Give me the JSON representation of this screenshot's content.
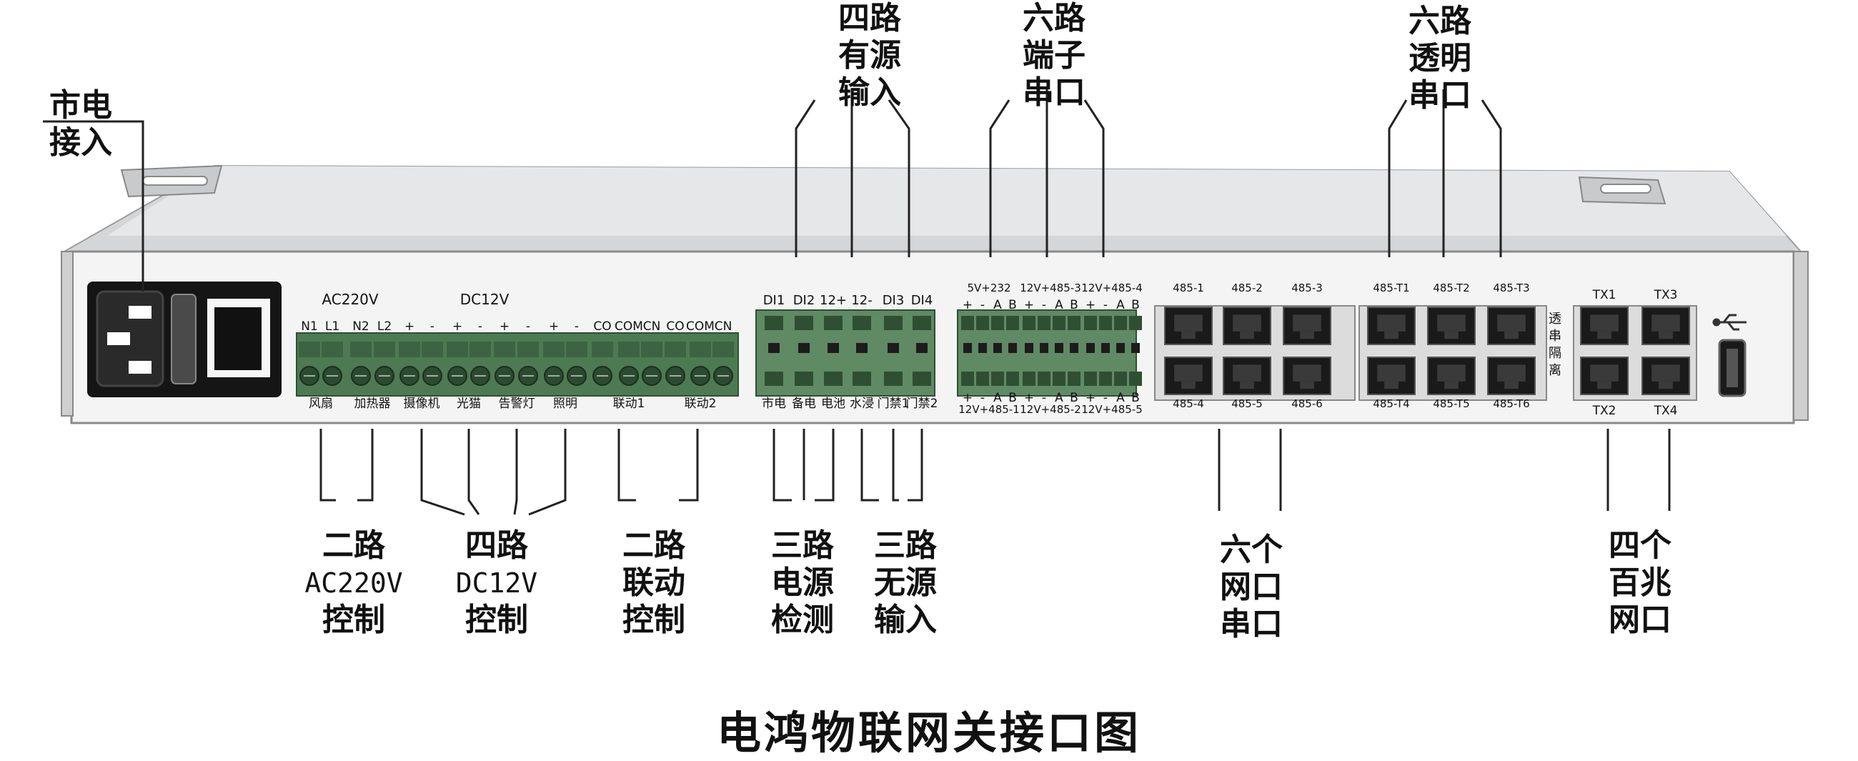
{
  "title": "电鸿物联网关接口图",
  "callouts": {
    "mains": [
      "市电",
      "接入"
    ],
    "di4": [
      "四路",
      "有源",
      "输入"
    ],
    "terminal6": [
      "六路",
      "端子",
      "串口"
    ],
    "transparent6": [
      "六路",
      "透明",
      "串口"
    ],
    "ac_ctrl": [
      "二路",
      "AC220V",
      "控制"
    ],
    "dc_ctrl": [
      "四路",
      "DC12V",
      "控制"
    ],
    "link_ctrl": [
      "二路",
      "联动",
      "控制"
    ],
    "power_detect": [
      "三路",
      "电源",
      "检测"
    ],
    "dry_input": [
      "三路",
      "无源",
      "输入"
    ],
    "rj45_serial": [
      "六个",
      "网口",
      "串口"
    ],
    "fe_ports": [
      "四个",
      "百兆",
      "网口"
    ]
  },
  "panel": {
    "top_group_labels": {
      "ac": "AC220V",
      "dc": "DC12V"
    },
    "relay_pins": [
      "N1",
      "L1",
      "N2",
      "L2",
      "+",
      "-",
      "+",
      "-",
      "+",
      "-",
      "+",
      "-",
      "CO",
      "COM",
      "CN",
      "CO",
      "COM",
      "CN"
    ],
    "relay_bottom": [
      "风扇",
      "加热器",
      "摄像机",
      "光猫",
      "告警灯",
      "照明",
      "联动1",
      "联动2"
    ],
    "di_top": [
      "DI1",
      "DI2",
      "12+",
      "12-",
      "DI3",
      "DI4"
    ],
    "di_bottom": [
      "市电",
      "备电",
      "电池",
      "水浸",
      "门禁1",
      "门禁2"
    ],
    "serial_top_groups": [
      "5V+232",
      "12V+485-3",
      "12V+485-4"
    ],
    "serial_bottom_groups": [
      "12V+485-1",
      "12V+485-2",
      "12V+485-5"
    ],
    "serial_pins": [
      "+",
      "-",
      "A",
      "B"
    ],
    "rj_serial_top": [
      "485-1",
      "485-2",
      "485-3"
    ],
    "rj_serial_bottom": [
      "485-4",
      "485-5",
      "485-6"
    ],
    "rj_trans_top": [
      "485-T1",
      "485-T2",
      "485-T3"
    ],
    "rj_trans_bottom": [
      "485-T4",
      "485-T5",
      "485-T6"
    ],
    "trans_side_label": "透串隔离",
    "tx_top": [
      "TX1",
      "TX3"
    ],
    "tx_bottom": [
      "TX2",
      "TX4"
    ],
    "usb_icon": "usb-icon"
  }
}
